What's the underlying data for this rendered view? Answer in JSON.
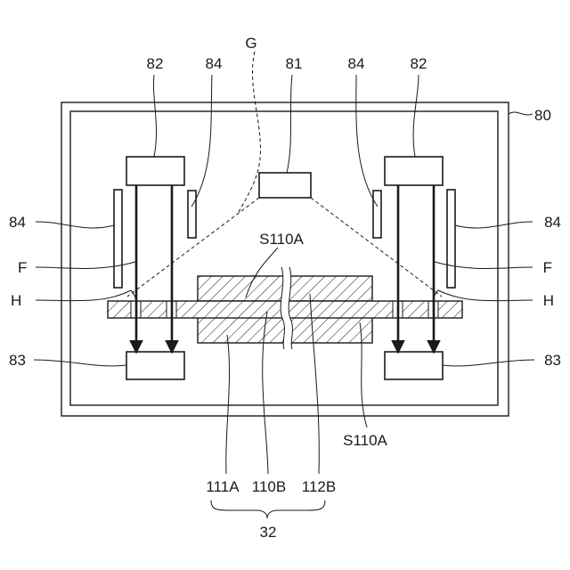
{
  "labels": {
    "g": "G",
    "n82_left": "82",
    "n84_top_left": "84",
    "n81": "81",
    "n84_top_right": "84",
    "n82_right": "82",
    "n80": "80",
    "n84_left": "84",
    "n84_right": "84",
    "f_left": "F",
    "f_right": "F",
    "h_left": "H",
    "h_right": "H",
    "s110a_top": "S110A",
    "s110a_bottom": "S110A",
    "n83_left": "83",
    "n83_right": "83",
    "n111a": "111A",
    "n110b": "110B",
    "n112b": "112B",
    "n32": "32"
  }
}
